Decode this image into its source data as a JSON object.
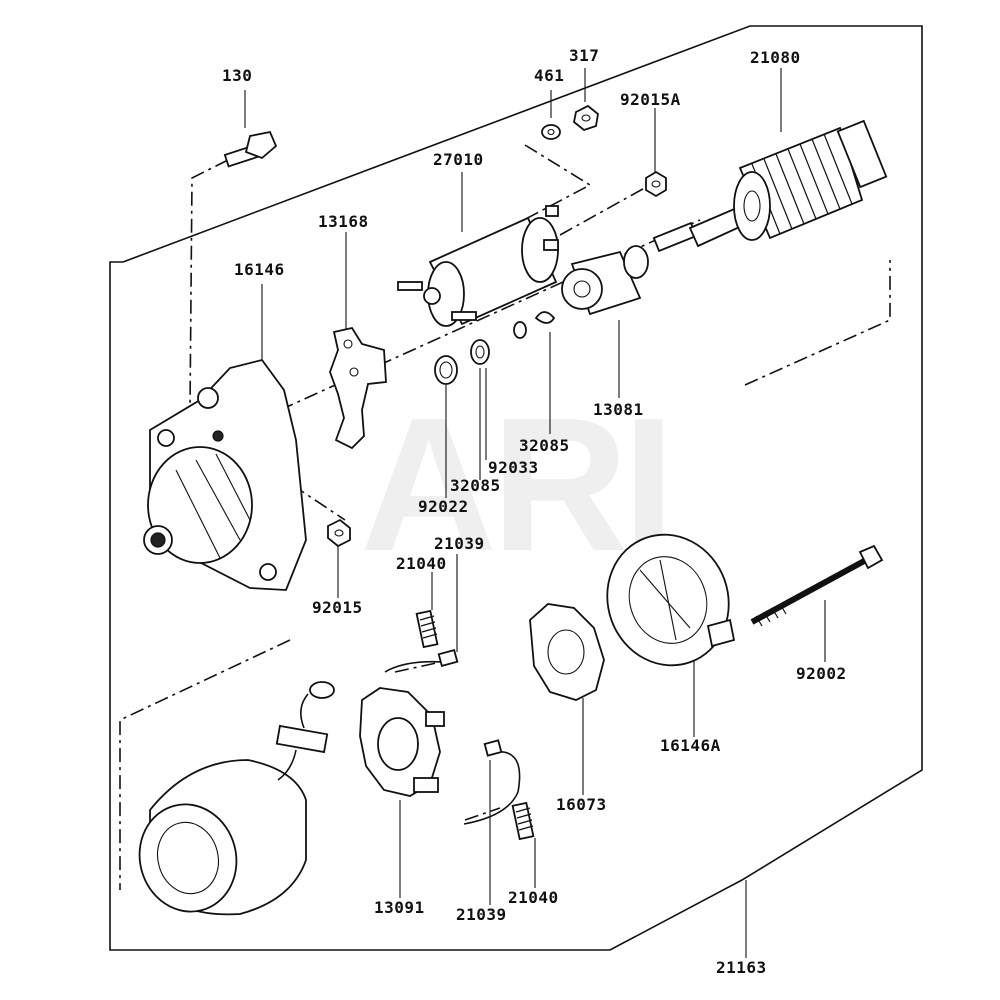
{
  "watermark": "ARI",
  "parts": {
    "p130": "130",
    "p461": "461",
    "p317": "317",
    "p92015a": "92015A",
    "p21080": "21080",
    "p27010": "27010",
    "p13168": "13168",
    "p16146": "16146",
    "p13081": "13081",
    "p32085_right": "32085",
    "p92033": "92033",
    "p32085_left": "32085",
    "p92022": "92022",
    "p92015": "92015",
    "p21039_top": "21039",
    "p21040_top": "21040",
    "p92002": "92002",
    "p16146a": "16146A",
    "p16073": "16073",
    "p13091": "13091",
    "p21039_bottom": "21039",
    "p21040_bottom": "21040",
    "p21163": "21163"
  }
}
